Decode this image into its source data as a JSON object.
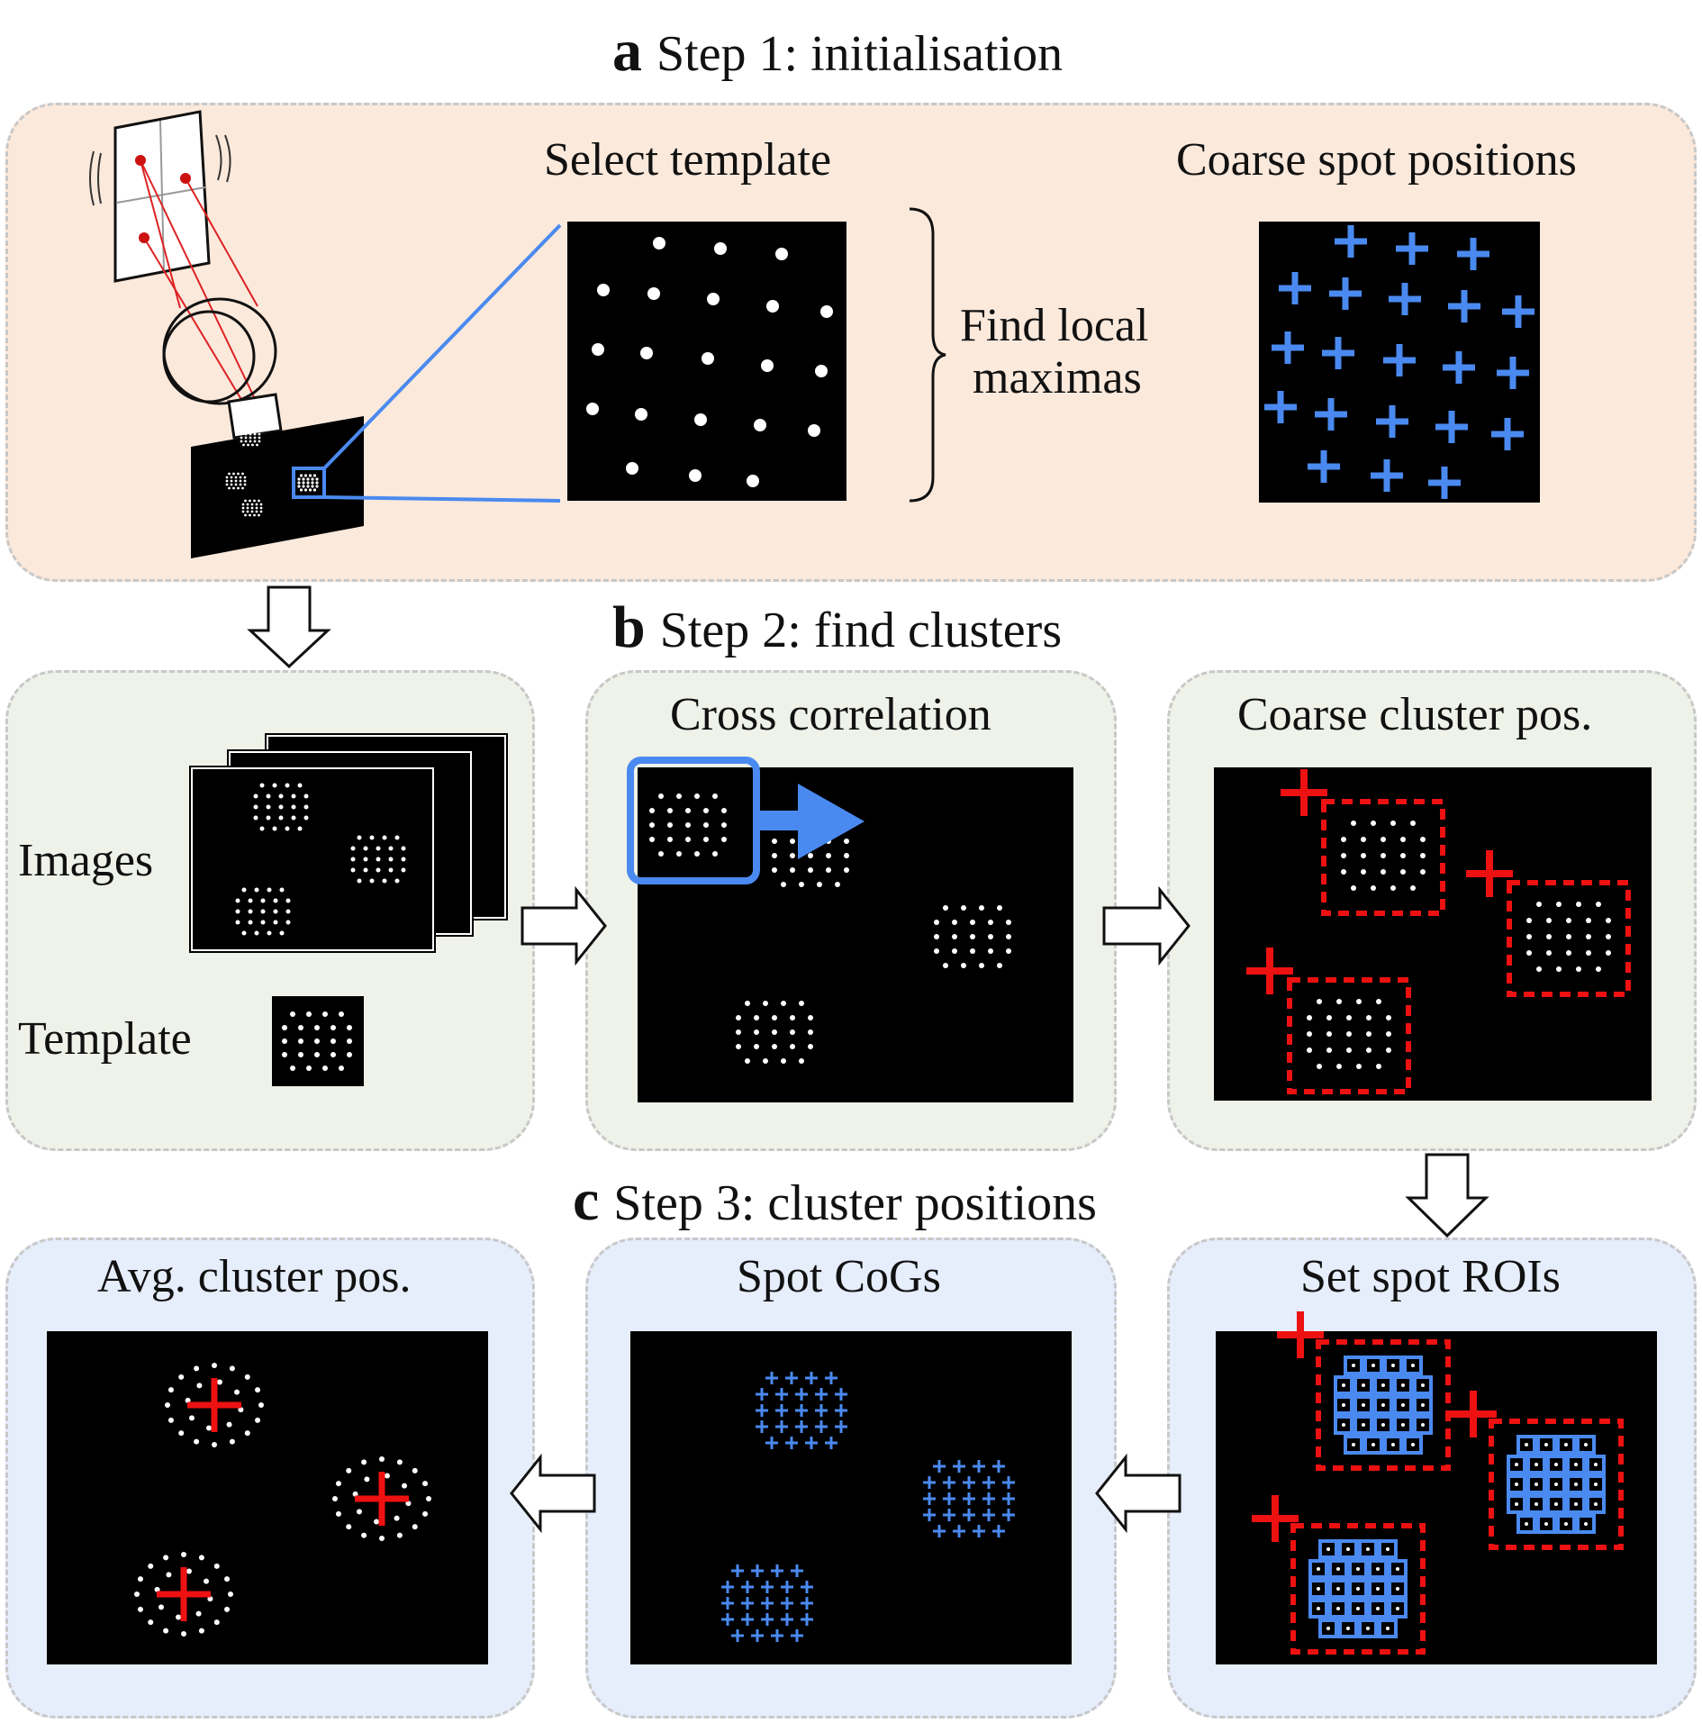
{
  "colors": {
    "step1_bg": "#fbe9dc",
    "step2_bg": "#eef2e8",
    "step3_bg": "#e6edfb",
    "spot": "#ffffff",
    "blue": "#4a8af0",
    "red": "#ee1111",
    "image_bg": "#000000"
  },
  "step1": {
    "letter": "a",
    "title": "Step 1: initialisation",
    "select_template": "Select template",
    "find_local_line1": "Find local",
    "find_local_line2": "maximas",
    "coarse_spot": "Coarse spot positions"
  },
  "step2": {
    "letter": "b",
    "title": "Step 2: find clusters",
    "images_label": "Images",
    "template_label": "Template",
    "cross_correlation": "Cross correlation",
    "coarse_cluster": "Coarse cluster pos."
  },
  "step3": {
    "letter": "c",
    "title": "Step 3: cluster positions",
    "set_spot_rois": "Set spot ROIs",
    "spot_cogs": "Spot CoGs",
    "avg_cluster": "Avg. cluster pos."
  }
}
